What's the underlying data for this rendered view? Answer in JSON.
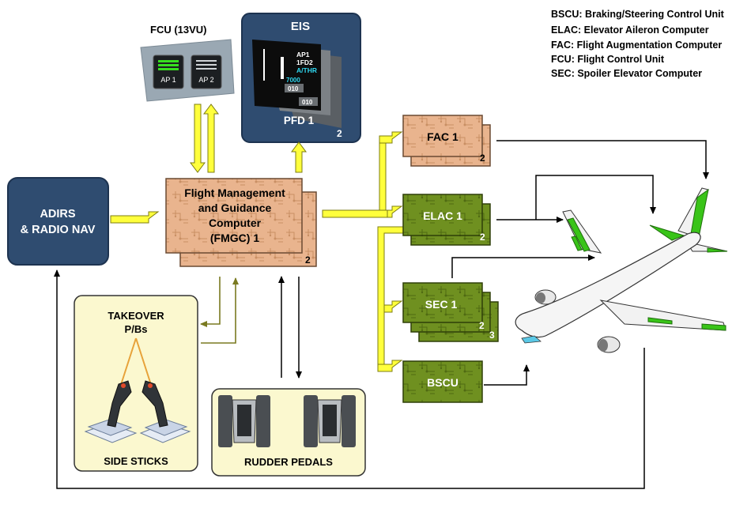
{
  "legend": [
    "BSCU: Braking/Steering Control Unit",
    "ELAC: Elevator Aileron Computer",
    "FAC: Flight Augmentation Computer",
    "FCU: Flight Control Unit",
    "SEC: Spoiler Elevator Computer"
  ],
  "fcu": {
    "title": "FCU (13VU)",
    "ap1": "AP 1",
    "ap2": "AP 2"
  },
  "eis": {
    "title": "EIS",
    "pfd_label": "PFD 1",
    "count": "2",
    "fma": {
      "line1": "AP1",
      "line2": "1FD2",
      "line3": "A/THR"
    },
    "altitude": "7000",
    "readout1": "010",
    "readout2": "010"
  },
  "adirs": {
    "line1": "ADIRS",
    "line2": "& RADIO NAV"
  },
  "fmgc": {
    "line1": "Flight Management",
    "line2": "and Guidance",
    "line3": "Computer",
    "line4": "(FMGC) 1",
    "count": "2"
  },
  "computers": {
    "fac": {
      "label": "FAC 1",
      "count": "2"
    },
    "elac": {
      "label": "ELAC 1",
      "count": "2"
    },
    "sec": {
      "label": "SEC 1",
      "count2": "2",
      "count3": "3"
    },
    "bscu": {
      "label": "BSCU"
    }
  },
  "takeover": {
    "line1": "TAKEOVER",
    "line2": "P/Bs",
    "caption": "SIDE STICKS"
  },
  "rudder": {
    "caption": "RUDDER PEDALS"
  },
  "colors": {
    "panel_blue": "#2f4c70",
    "fmgc_peach": "#e8b08a",
    "computer_green": "#6f8f1f",
    "arrow_yellow": "#ffff3c",
    "control_surface_green": "#39c418",
    "input_box": "#fbf8cf",
    "olive_line": "#7a7a20"
  }
}
